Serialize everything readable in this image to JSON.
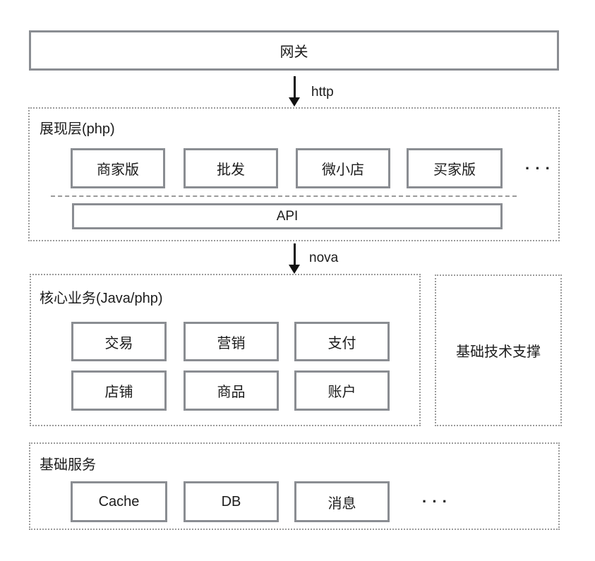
{
  "gateway": {
    "label": "网关"
  },
  "flow": {
    "http_label": "http",
    "nova_label": "nova"
  },
  "presentation": {
    "title": "展现层(php)",
    "apps": [
      "商家版",
      "批发",
      "微小店",
      "买家版"
    ],
    "more": "···",
    "api_label": "API"
  },
  "core": {
    "title": "核心业务(Java/php)",
    "row1": [
      "交易",
      "营销",
      "支付"
    ],
    "row2": [
      "店铺",
      "商品",
      "账户"
    ]
  },
  "support": {
    "label": "基础技术支撑"
  },
  "infra": {
    "title": "基础服务",
    "services": [
      "Cache",
      "DB",
      "消息"
    ],
    "more": "···"
  },
  "colors": {
    "solid_border": "#8a8d92",
    "dotted_border": "#9b9b9b",
    "arrow": "#111111",
    "text": "#1c1c1c",
    "background": "#ffffff"
  }
}
